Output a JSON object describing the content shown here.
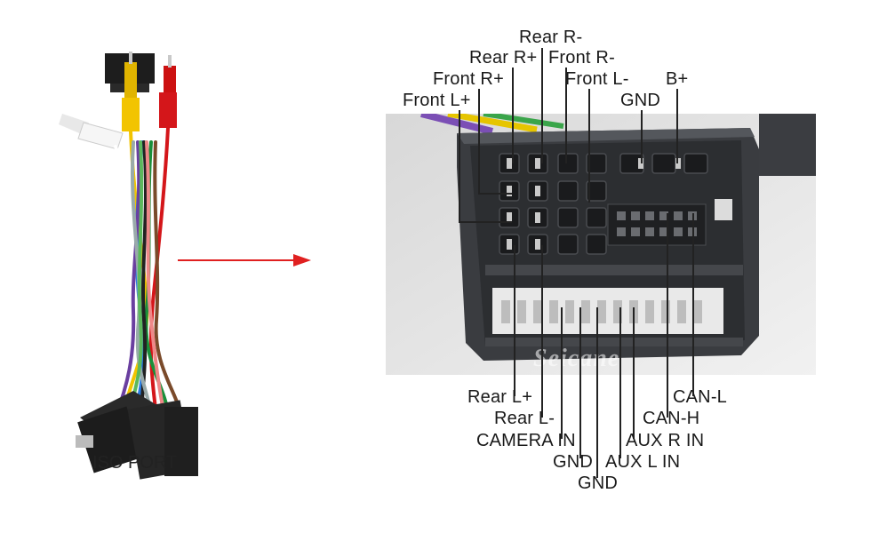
{
  "watermark": "Seicane",
  "harness_label": "ISO PORT",
  "pin_labels_top": {
    "rear_r_minus": "Rear R-",
    "rear_r_plus": "Rear R+",
    "front_r_minus": "Front R-",
    "front_r_plus": "Front R+",
    "front_l_minus": "Front L-",
    "b_plus": "B+",
    "front_l_plus": "Front L+",
    "gnd_top": "GND"
  },
  "pin_labels_bottom": {
    "rear_l_plus": "Rear L+",
    "can_l": "CAN-L",
    "rear_l_minus": "Rear L-",
    "can_h": "CAN-H",
    "camera_in": "CAMERA IN",
    "aux_r_in": "AUX R IN",
    "gnd_1": "GND",
    "aux_l_in": "AUX L IN",
    "gnd_2": "GND"
  },
  "colors": {
    "arrow": "#e02020",
    "connector_body": "#3a3c40",
    "wire_red": "#d4161a",
    "wire_yellow": "#f2c400",
    "wire_white": "#f4f4f4"
  }
}
